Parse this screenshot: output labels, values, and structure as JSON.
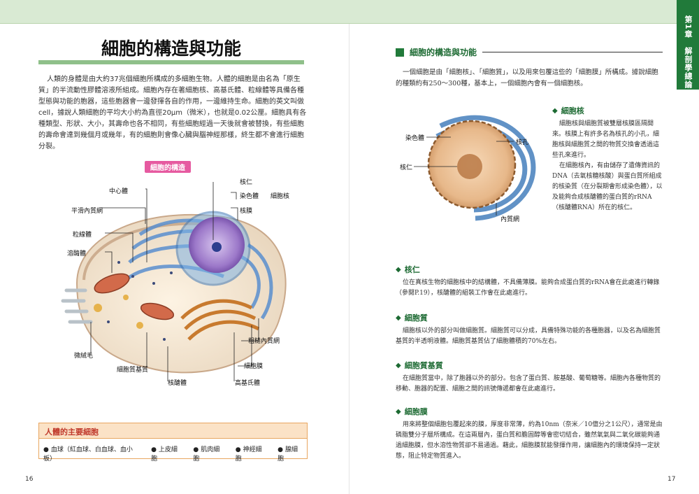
{
  "chapter": {
    "number": "第1章",
    "title": "解剖學總論"
  },
  "left": {
    "title": "細胞的構造與功能",
    "intro": "人類的身體是由大約37兆個細胞所構成的多細胞生物。人體的細胞是由名為「原生質」的半流動性膠體溶液所組成。細胞內存在著細胞核、高基氏體、粒線體等具備各種型態與功能的胞器，這些胞器會一邊發揮各自的作用，一邊維持生命。細胞的英文叫做cell，據說人類細胞的平均大小約為直徑20μm（微米），也就是0.02公厘。細胞具有各種類型、形狀、大小，其壽命也各不相同，有些細胞經過一天後就會被替換，有些細胞的壽命會達到幾個月或幾年，有的細胞則會像心臟與腦神經那樣，終生都不會進行細胞分裂。",
    "diagram_label": "細胞的構造",
    "labels": {
      "nucleolus": "核仁",
      "chromosome": "染色體",
      "nucleus": "細胞核",
      "nuclear_membrane": "核膜",
      "centrosome": "中心體",
      "smooth_er": "平滑內質網",
      "mitochondria": "粒線體",
      "lysosome": "溶酶體",
      "microvilli": "微絨毛",
      "cytoplasm_matrix": "細胞質基質",
      "ribosome": "核醣體",
      "golgi": "高基氏體",
      "cell_membrane": "細胞膜",
      "rough_er": "粗糙內質網"
    },
    "cells_box": {
      "title": "人體的主要細胞",
      "items": [
        "血球（紅血球、白血球、血小板）",
        "上皮細胞",
        "肌肉細胞",
        "神經細胞",
        "腺細胞"
      ]
    },
    "page_number": "16"
  },
  "right": {
    "section_title": "細胞的構造與功能",
    "intro": "一個細胞是由「細胞核」、「細胞質」，以及用來包覆這些的「細胞膜」所構成。據說細胞的種類約有250～300種，基本上，一個細胞內會有一個細胞核。",
    "figure_labels": {
      "chromosome": "染色體",
      "nuclear_pore": "核孔",
      "nucleolus": "核仁",
      "er": "內質網"
    },
    "sections": [
      {
        "title": "細胞核",
        "text": [
          "細胞核與細胞質被雙層核膜區隔開來。核膜上有許多名為核孔的小孔，細胞核與細胞質之間的物質交換會透過這些孔來進行。",
          "在細胞核內，有由儲存了遺傳資訊的DNA（去氧核糖核酸）與蛋白質所組成的核染質（在分裂期會形成染色體），以及能夠合成核醣體的蛋白質的rRNA（核醣體RNA）所在的核仁。"
        ]
      },
      {
        "title": "核仁",
        "text": [
          "位在真核生物的細胞核中的結構體，不具備薄膜。能夠合成蛋白質的rRNA會在此處進行轉錄（參閱P.19），核醣體的組裝工作會在此處進行。"
        ]
      },
      {
        "title": "細胞質",
        "text": [
          "細胞核以外的部分叫做細胞質。細胞質可以分成，具備特殊功能的各種胞器，以及名為細胞質基質的半透明液體。細胞質基質佔了細胞體積的70%左右。"
        ]
      },
      {
        "title": "細胞質基質",
        "text": [
          "在細胞質當中，除了胞器以外的部分。包含了蛋白質、胺基酸、葡萄糖等。細胞內各種物質的移動、胞器的配置、細胞之間的訊號傳遞都會在此處進行。"
        ]
      },
      {
        "title": "細胞膜",
        "text": [
          "用來將整個細胞包覆起來的膜，厚度非常薄，約為10nm（奈米／10億分之1公尺），通常是由磷脂雙分子層所構成。在這兩層內，蛋白質和膽固醇等會密切結合，雖然氧氣與二氧化碳能夠通過細胞膜，但水溶性物質卻不易通過。藉此，細胞膜就能發揮作用，讓細胞內的環境保持一定狀態，阻止特定物質進入。"
        ]
      }
    ],
    "page_number": "17"
  }
}
